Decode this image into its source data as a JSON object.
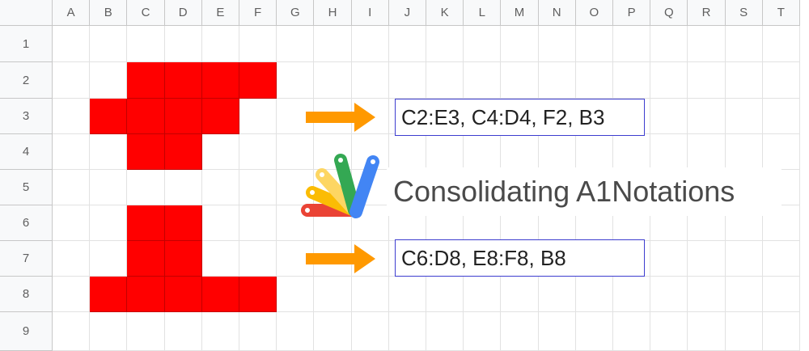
{
  "columns": [
    "A",
    "B",
    "C",
    "D",
    "E",
    "F",
    "G",
    "H",
    "I",
    "J",
    "K",
    "L",
    "M",
    "N",
    "O",
    "P",
    "Q",
    "R",
    "S",
    "T"
  ],
  "rows": [
    "1",
    "2",
    "3",
    "4",
    "5",
    "6",
    "7",
    "8",
    "9"
  ],
  "filled_cells": [
    "C2",
    "D2",
    "E2",
    "F2",
    "B3",
    "C3",
    "D3",
    "E3",
    "C4",
    "D4",
    "C6",
    "D6",
    "C7",
    "D7",
    "B8",
    "C8",
    "D8",
    "E8",
    "F8"
  ],
  "notations": [
    {
      "text": "C2:E3, C4:D4, F2, B3"
    },
    {
      "text": "C6:D8, E8:F8, B8"
    }
  ],
  "title": "Consolidating A1Notations",
  "colors": {
    "fill": "#ff0000",
    "arrow": "#ff9900",
    "notation_border": "#3d3dcf",
    "header_bg": "#f8f9fa",
    "logo_red": "#ea4335",
    "logo_orange": "#fbbc04",
    "logo_yellow": "#fdd663",
    "logo_green": "#34a853",
    "logo_blue": "#4285f4"
  }
}
